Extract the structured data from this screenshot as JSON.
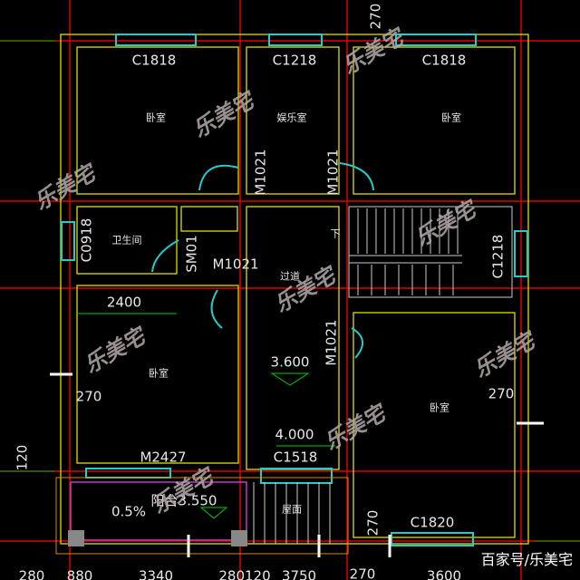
{
  "rooms": {
    "bed_tl": "卧室",
    "ent": "娱乐室",
    "bed_tr": "卧室",
    "bath": "卫生间",
    "corridor": "过道",
    "bed_l": "卧室",
    "bed_r": "卧室",
    "balcony": "阳台3.550",
    "roof": "屋面",
    "stairs_down": "下"
  },
  "windows": {
    "w_tl": "C1818",
    "w_tm": "C1218",
    "w_tr": "C1818",
    "w_bath": "C0918",
    "w_stair": "C1218",
    "w_mid": "C1518",
    "w_br": "C1820"
  },
  "doors": {
    "d1": "M1021",
    "d2": "M1021",
    "d3": "SM01",
    "d4": "M1021",
    "d5": "M1021",
    "d6": "M2427"
  },
  "dims": {
    "top": "270",
    "d2400": "2400",
    "l270": "270",
    "r270": "270",
    "b270": "270",
    "left120": "120",
    "bottom": [
      "280",
      "880",
      "3340",
      "280120",
      "3750",
      "270",
      "3600"
    ]
  },
  "levels": {
    "l1": "3.600",
    "l2": "4.000",
    "slope": "0.5%"
  },
  "watermark": "乐美宅",
  "brand": "百家号/乐美宅"
}
